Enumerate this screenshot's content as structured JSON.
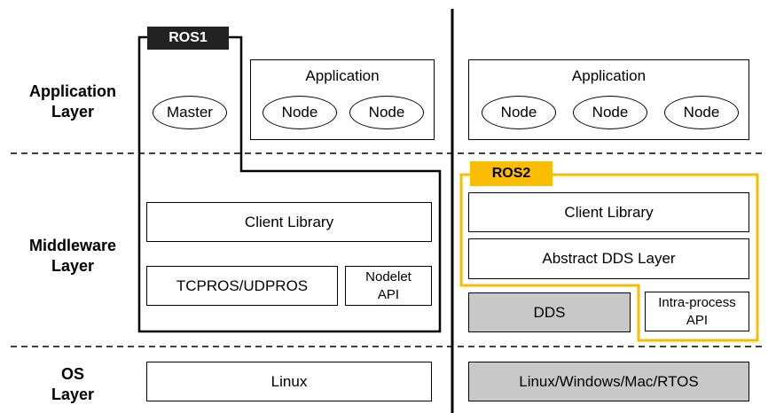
{
  "layers": {
    "application": "Application\nLayer",
    "middleware": "Middleware\nLayer",
    "os": "OS\nLayer"
  },
  "ros1": {
    "tag": "ROS1",
    "master": "Master",
    "application": {
      "title": "Application",
      "nodes": [
        "Node",
        "Node"
      ]
    },
    "client_library": "Client Library",
    "tcpros": "TCPROS/UDPROS",
    "nodelet": "Nodelet\nAPI",
    "os": "Linux"
  },
  "ros2": {
    "tag": "ROS2",
    "application": {
      "title": "Application",
      "nodes": [
        "Node",
        "Node",
        "Node"
      ]
    },
    "client_library": "Client Library",
    "abstract_dds": "Abstract DDS Layer",
    "dds": "DDS",
    "intra_process": "Intra-process\nAPI",
    "os": "Linux/Windows/Mac/RTOS"
  },
  "colors": {
    "ros1_tag": "#222222",
    "ros2_accent": "#fbbd00",
    "gray_box": "#c8c8c8"
  }
}
